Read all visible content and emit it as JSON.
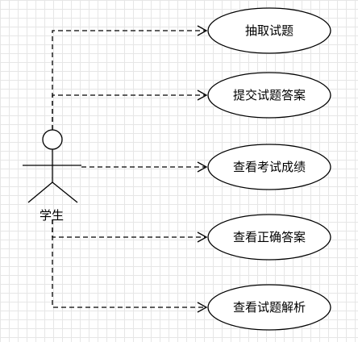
{
  "actor": {
    "label": "学生"
  },
  "use_cases": [
    {
      "label": "抽取试题"
    },
    {
      "label": "提交试题答案"
    },
    {
      "label": "查看考试成绩"
    },
    {
      "label": "查看正确答案"
    },
    {
      "label": "查看试题解析"
    }
  ]
}
